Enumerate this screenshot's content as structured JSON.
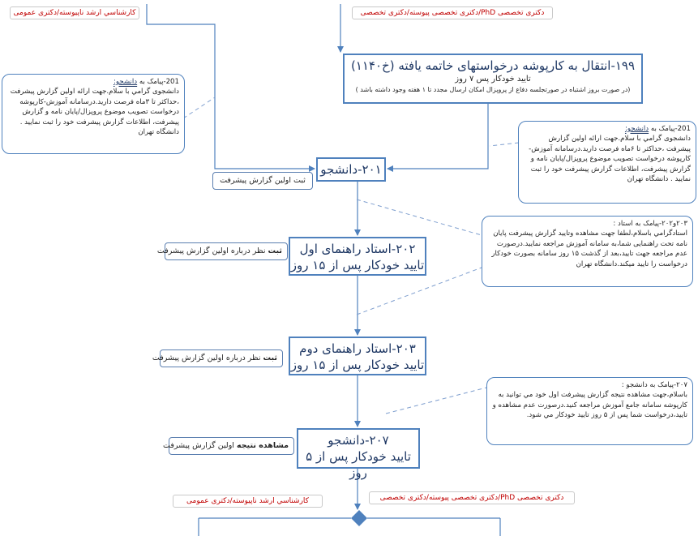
{
  "tags": {
    "top_left": "کارشناسي ارشد ناپیوسته/دکتری عمومی",
    "top_right": "دکتری تخصصی PhD/دکتری تخصصی پیوسته/دکتری تخصصی",
    "bottom_left": "کارشناسي ارشد ناپیوسته/دکتری عمومی",
    "bottom_right": "دکتری تخصصی PhD/دکتری تخصصی پیوسته/دکتری تخصصی"
  },
  "nodes": {
    "n199": {
      "title": "۱۹۹-انتقال به کارپوشه درخواستهای خاتمه یافته (خ۱۱۴۰)",
      "sub": "تایید خودکار پس ۷ روز",
      "note": "(در صورت بروز اشتباه در صورتجلسه دفاع از پروپزال امکان ارسال مجدد تا ۱ هفته وجود داشته باشد )"
    },
    "n201": {
      "title": "۲۰۱-دانشجو"
    },
    "n202": {
      "title": "۲۰۲-استاد راهنمای اول",
      "sub": "تایید خودکار پس از ۱۵ روز"
    },
    "n203": {
      "title": "۲۰۳-استاد راهنمای دوم",
      "sub": "تایید خودکار پس از ۱۵ روز"
    },
    "n207": {
      "title": "۲۰۷-دانشجو",
      "sub": "تایید خودکار پس از ۵ روز"
    }
  },
  "labels": {
    "l201": "ثبت اولین گزارش پیشرفت",
    "l202_bold": "ثبت",
    "l202_rest": " نظر درباره اولین گزارش پیشرفت",
    "l203_bold": "ثبت",
    "l203_rest": " نظر درباره اولین گزارش پیشرفت",
    "l207_bold": "مشاهده نتیجه",
    "l207_rest": " اولین گزارش پیشرفت"
  },
  "notes": {
    "left": {
      "head": "201-پیامک به ",
      "head_u": "دانشجو:",
      "body": "دانشجوی گرامي با سلام.جهت ارائه اولین گزارش پیشرفت ،حداکثر تا ۳ماه فرصت دارید.درسامانه آموزش-کارپوشه درخواست تصویب موضوع پروپزال/پایان نامه و گزارش پیشرفت، اطلاعات گزارش پیشرفت خود را ثبت نمایید . دانشگاه تهران"
    },
    "right": {
      "head": "201-پیامک به ",
      "head_u": "دانشجو:",
      "body": "دانشجوی گرامي با سلام.جهت ارائه اولین گزارش پیشرفت ،حداکثر تا ۶ماه فرصت دارید.درسامانه آموزش-کارپوشه درخواست تصویب موضوع پروپزال/پایان نامه و گزارش پیشرفت، اطلاعات گزارش پیشرفت خود را ثبت نمایید . دانشگاه تهران"
    },
    "n202": {
      "head": "۲۰۳و۲۰۲-پیامک به استاد :",
      "body": "استادگرامي باسلام،لطفا جهت مشاهده وتایید گزارش پیشرفت پایان نامه تحت راهنمایی شما،به سامانه آموزش مراجعه نمایید.درصورت عدم مراجعه جهت تایید،بعد از گذشت ۱۵ روز سامانه بصورت خودکار درخواست را تایید میکند.دانشگاه تهران"
    },
    "n207": {
      "head": "۲۰۷-پیامک به دانشجو :",
      "body": "باسلام،جهت مشاهده نتیجه گزارش پیشرفت اول خود مي توانید به کارپوشه سامانه جامع آموزش مراجعه کنید.درصورت عدم مشاهده و تایید،درخواست شما پس از ۵ روز تایید خودکار مي شود."
    }
  },
  "colors": {
    "line": "#4f81bd",
    "dash": "#7f9fcf",
    "tag": "#c00000",
    "diamond": "#4f81bd"
  }
}
